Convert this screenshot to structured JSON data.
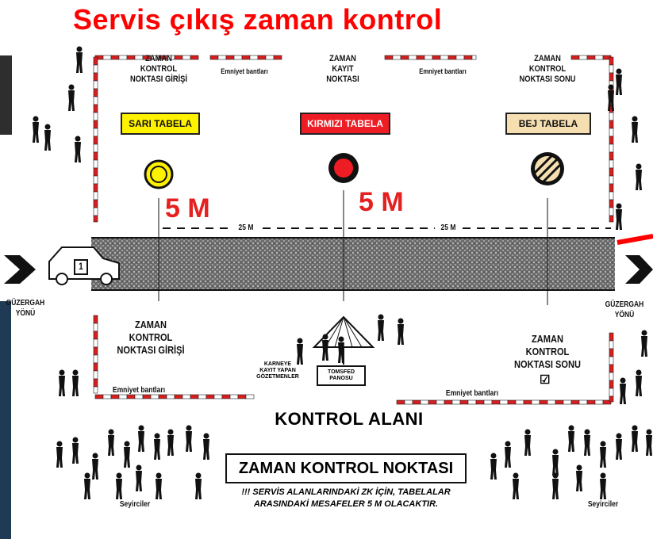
{
  "title": "Servis çıkış  zaman kontrol",
  "top": {
    "left_label": "ZAMAN\nKONTROL\nNOKTASI GİRİŞİ",
    "center_label": "ZAMAN\nKAYIT\nNOKTASI",
    "right_label": "ZAMAN\nKONTROL\nNOKTASI SONU",
    "tape_left": "Emniyet bantları",
    "tape_right": "Emniyet bantları"
  },
  "signs": [
    {
      "label": "SARI TABELA",
      "bg": "#fff200",
      "fg": "#111111"
    },
    {
      "label": "KIRMIZI TABELA",
      "bg": "#ee1c24",
      "fg": "#ffffff"
    },
    {
      "label": "BEJ TABELA",
      "bg": "#f5deb0",
      "fg": "#111111"
    }
  ],
  "distances": {
    "red_left": "5 M",
    "red_right": "5 M",
    "dash_left": "25 M",
    "dash_right": "25 M"
  },
  "road": {
    "left_direction": "GÜZERGAH\nYÖNÜ",
    "right_direction": "GÜZERGAH\nYÖNÜ",
    "car_number": "1"
  },
  "bottom": {
    "left_label": "ZAMAN\nKONTROL\nNOKTASI GİRİŞİ",
    "right_label": "ZAMAN\nKONTROL\nNOKTASI SONU",
    "tape_left": "Emniyet bantları",
    "tape_right": "Emniyet bantları",
    "marshals": "KARNEYE\nKAYIT YAPAN\nGÖZETMENLER",
    "board": "TOMSFED\nPANOSU",
    "control_area": "KONTROL ALANI",
    "box_title": "ZAMAN KONTROL NOKTASI",
    "note": "!!! SERVİS ALANLARINDAKİ ZK İÇİN, TABELALAR\nARASINDAKİ MESAFELER 5 M OLACAKTIR.",
    "spectators_left": "Seyirciler",
    "spectators_right": "Seyirciler",
    "check": "☑"
  },
  "colors": {
    "accent_red": "#ff0000",
    "tape_red": "#d81e1e",
    "yellow": "#fff200",
    "beige": "#f5deb0"
  }
}
